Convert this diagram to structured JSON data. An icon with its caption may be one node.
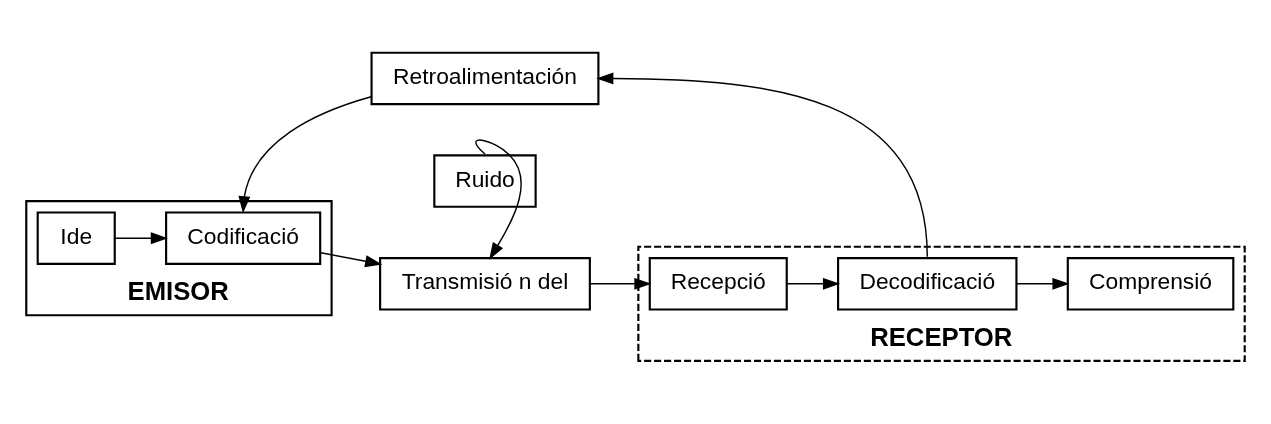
{
  "diagram": {
    "nodes": [
      {
        "text": [
          "Retroalimentación"
        ]
      },
      {
        "text": [
          "EMISOR"
        ]
      },
      {
        "text": [
          "Ide"
        ],
        "in": 1
      },
      {
        "text": [
          "Codificació"
        ],
        "in": 1
      },
      {
        "text": [
          "Transmisió n del"
        ]
      },
      {
        "text": [
          "RECEPTOR"
        ]
      },
      {
        "text": [
          "Recepció"
        ],
        "in": 5
      },
      {
        "text": [
          "Decodificació"
        ],
        "in": 5
      },
      {
        "text": [
          "Comprensió"
        ],
        "in": 5
      },
      {
        "text": [
          "Ruido"
        ]
      }
    ],
    "edges": [
      {
        "from": 0,
        "to": 3,
        "arrow": "to"
      },
      {
        "from": 2,
        "to": 3,
        "arrow": "to"
      },
      {
        "from": 3,
        "to": 4,
        "arrow": "to"
      },
      {
        "from": 4,
        "to": 6,
        "arrow": "to"
      },
      {
        "from": 7,
        "to": 0,
        "arrow": "to"
      },
      {
        "from": 6,
        "to": 7,
        "arrow": "to"
      },
      {
        "from": 7,
        "to": 8,
        "arrow": "to"
      },
      {
        "from": 9,
        "to": 4,
        "arrow": "to"
      }
    ]
  }
}
